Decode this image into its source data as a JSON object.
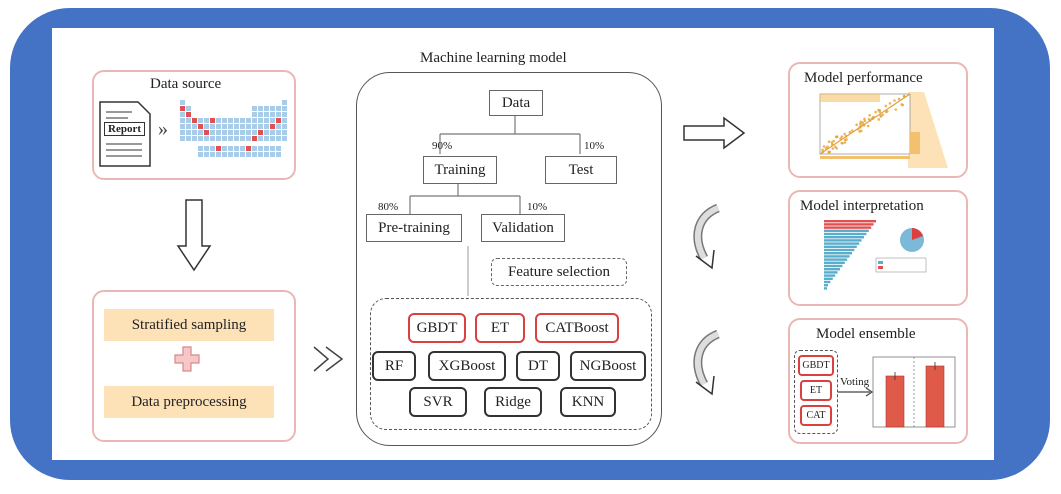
{
  "data_source": {
    "title": "Data source",
    "report_label": "Report"
  },
  "preprocess": {
    "step1": "Stratified sampling",
    "step2": "Data preprocessing"
  },
  "ml_model": {
    "title": "Machine learning model",
    "data": "Data",
    "training": "Training",
    "test": "Test",
    "pretraining": "Pre-training",
    "validation": "Validation",
    "feature_selection": "Feature selection",
    "pct_90": "90%",
    "pct_10a": "10%",
    "pct_80": "80%",
    "pct_10b": "10%",
    "algos_red": [
      "GBDT",
      "ET",
      "CATBoost"
    ],
    "algos_row2": [
      "RF",
      "XGBoost",
      "DT",
      "NGBoost"
    ],
    "algos_row3": [
      "SVR",
      "Ridge",
      "KNN"
    ]
  },
  "right": {
    "performance_title": "Model performance",
    "interpretation_title": "Model interpretation",
    "ensemble_title": "Model ensemble",
    "ensemble_algos": [
      "GBDT",
      "ET",
      "CAT"
    ],
    "voting_label": "Voting"
  },
  "colors": {
    "frame": "#4472c4",
    "pink_border": "#e9b8b4",
    "red": "#d94040",
    "orange_fill": "#fde2b8"
  }
}
